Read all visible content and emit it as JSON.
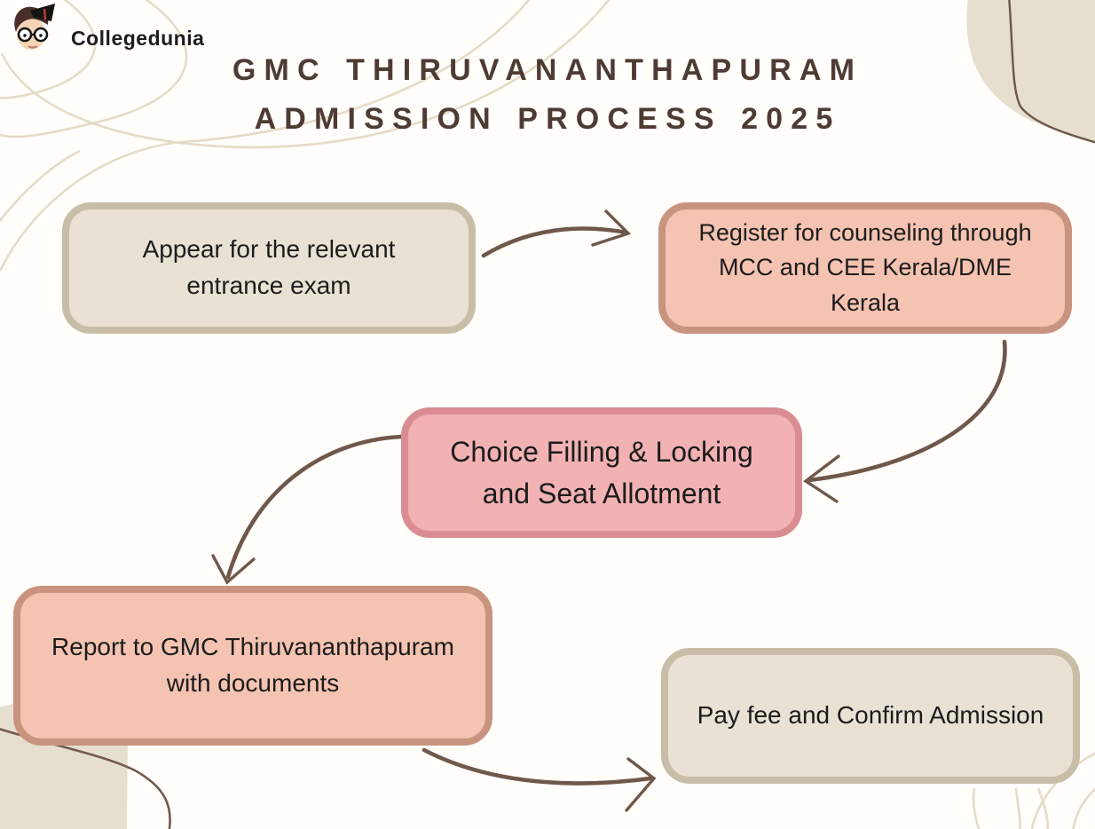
{
  "brand": {
    "name": "Collegedunia"
  },
  "title": {
    "line1": "GMC THIRUVANANTHAPURAM",
    "line2": "ADMISSION PROCESS 2025"
  },
  "flow": {
    "steps": [
      {
        "id": 1,
        "label": "Appear for the relevant entrance exam",
        "variant": "beige"
      },
      {
        "id": 2,
        "label": "Register for counseling through MCC and CEE Kerala/DME Kerala",
        "variant": "salmon"
      },
      {
        "id": 3,
        "label": "Choice Filling & Locking and Seat Allotment",
        "variant": "pink"
      },
      {
        "id": 4,
        "label": "Report to GMC Thiruvananthapuram with documents",
        "variant": "salmon"
      },
      {
        "id": 5,
        "label": "Pay fee and Confirm Admission",
        "variant": "beige"
      }
    ],
    "connections": [
      {
        "from": 1,
        "to": 2
      },
      {
        "from": 2,
        "to": 3
      },
      {
        "from": 3,
        "to": 4
      },
      {
        "from": 4,
        "to": 5
      }
    ]
  },
  "palette": {
    "background": "#fffefb",
    "title_brown": "#4e3b33",
    "beige_fill": "#e9e2d4",
    "beige_border": "#c8bea8",
    "salmon_fill": "#f4c3b1",
    "salmon_border": "#c8937f",
    "pink_fill": "#f2b2b4",
    "pink_border": "#d98d92",
    "arrow_brown": "#6f574a",
    "deco_contour_beige": "#e5dbc8",
    "deco_blob_beige": "#e6dfd0"
  }
}
